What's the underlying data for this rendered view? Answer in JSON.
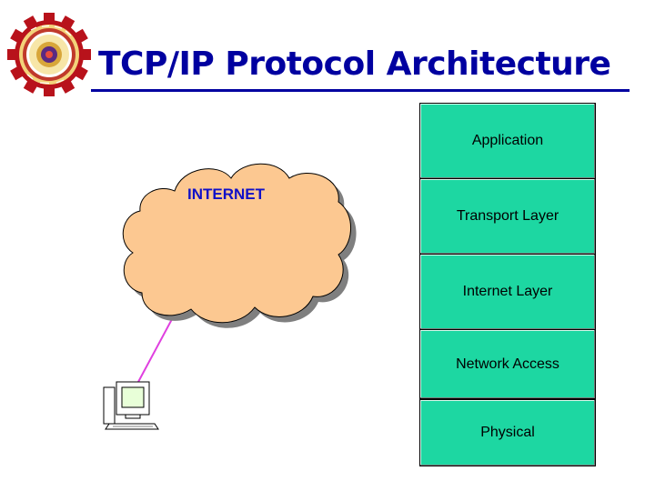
{
  "slide": {
    "title": "TCP/IP Protocol Architecture"
  },
  "cloud": {
    "label": "INTERNET"
  },
  "layers": [
    {
      "label": "Application"
    },
    {
      "label": "Transport Layer"
    },
    {
      "label": "Internet Layer"
    },
    {
      "label": "Network Access"
    },
    {
      "label": "Physical"
    }
  ],
  "colors": {
    "title": "#0000a0",
    "layer_fill": "#1dd7a2",
    "cloud_fill": "#fcc891",
    "cloud_label": "#1010c8",
    "link_line": "#e040e0"
  },
  "icons": {
    "logo": "university-seal-icon",
    "cloud": "cloud-icon",
    "computer": "computer-icon"
  }
}
